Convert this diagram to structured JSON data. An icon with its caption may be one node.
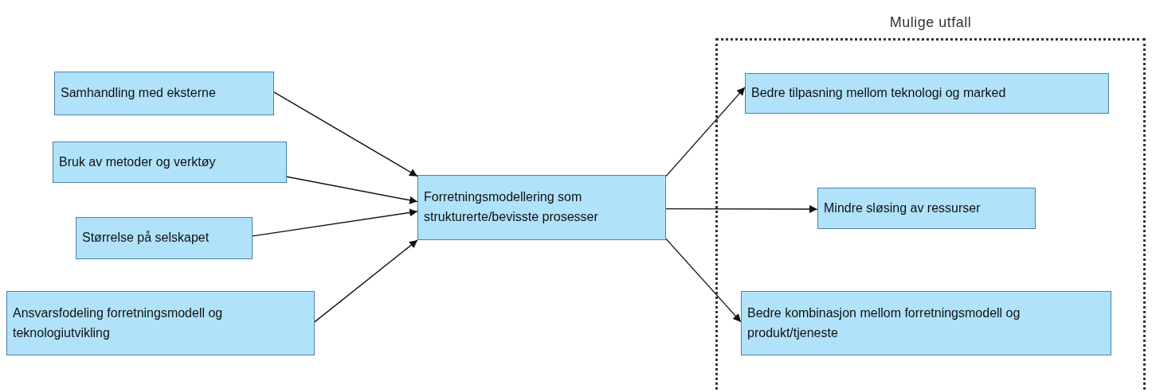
{
  "diagram": {
    "nodes": [
      {
        "text": [
          "Samhandling med eksterne"
        ]
      },
      {
        "text": [
          "Bruk av metoder og verktøy"
        ]
      },
      {
        "text": [
          "Størrelse på selskapet"
        ]
      },
      {
        "text": [
          "Ansvarsfodeling forretningsmodell og teknologiutvikling"
        ]
      },
      {
        "text": [
          "Forretningsmodellering som strukturerte/bevisste prosesser"
        ]
      },
      {
        "text": [
          "Mulige utfall"
        ]
      },
      {
        "text": [
          "Bedre tilpasning mellom teknologi og marked"
        ],
        "in": 5
      },
      {
        "text": [
          "Mindre sløsing av ressurser"
        ],
        "in": 5
      },
      {
        "text": [
          "Bedre kombinasjon mellom forretningsmodell og produkt/tjeneste"
        ],
        "in": 5
      }
    ],
    "edges": [
      {
        "from": 0,
        "to": 4,
        "arrow": "to"
      },
      {
        "from": 1,
        "to": 4,
        "arrow": "to"
      },
      {
        "from": 2,
        "to": 4,
        "arrow": "to"
      },
      {
        "from": 3,
        "to": 4,
        "arrow": "to"
      },
      {
        "from": 4,
        "to": 6,
        "arrow": "to"
      },
      {
        "from": 4,
        "to": 7,
        "arrow": "to"
      },
      {
        "from": 4,
        "to": 8,
        "arrow": "to"
      }
    ]
  }
}
